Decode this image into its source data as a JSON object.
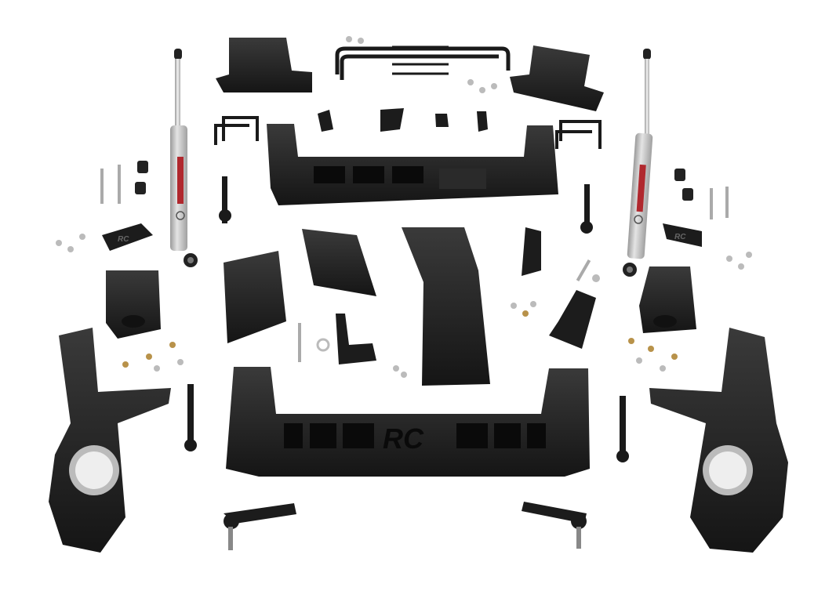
{
  "image": {
    "description": "Suspension lift kit components laid out on white background",
    "background": "#ffffff",
    "part_color": "#222222",
    "shock_color": "#c8c8c8",
    "shock_label_color": "#b0282e",
    "hardware_color": "#b8b8b8",
    "brass_color": "#b8924a"
  },
  "logos": {
    "front_crossmember": "RC",
    "left_bracket": "RC",
    "right_bracket": "RC",
    "skid_plate": "RC"
  }
}
